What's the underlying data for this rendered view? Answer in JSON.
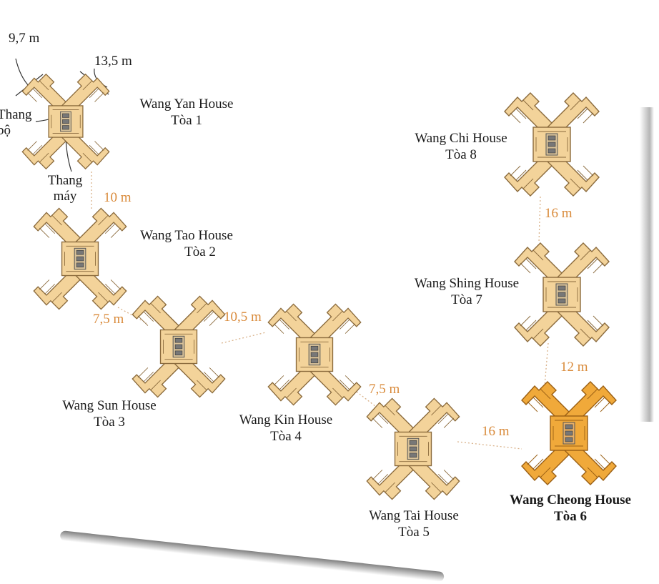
{
  "colors": {
    "tower_fill": "#f3d39a",
    "tower_stroke": "#8a6a3c",
    "highlight_fill": "#f0a93a",
    "highlight_stroke": "#9a5f14",
    "core": "#d8c29a",
    "distance_text": "#d98a3a",
    "connector": "#d9b28a"
  },
  "dimensions": {
    "width_a": "9,7 m",
    "width_b": "13,5 m",
    "stair": "Thang\nbộ",
    "elevator": "Thang\nmáy"
  },
  "towers": [
    {
      "name": "Wang Yan House",
      "label": "Tòa 1",
      "highlighted": false
    },
    {
      "name": "Wang Tao House",
      "label": "Tòa 2",
      "highlighted": false
    },
    {
      "name": "Wang Sun House",
      "label": "Tòa 3",
      "highlighted": false
    },
    {
      "name": "Wang Kin House",
      "label": "Tòa 4",
      "highlighted": false
    },
    {
      "name": "Wang Tai House",
      "label": "Tòa 5",
      "highlighted": false
    },
    {
      "name": "Wang Cheong House",
      "label": "Tòa 6",
      "highlighted": true
    },
    {
      "name": "Wang Shing House",
      "label": "Tòa 7",
      "highlighted": false
    },
    {
      "name": "Wang Chi House",
      "label": "Tòa 8",
      "highlighted": false
    }
  ],
  "distances": [
    {
      "between": "Tòa 1 – Tòa 2",
      "value": "10 m"
    },
    {
      "between": "Tòa 2 – Tòa 3",
      "value": "7,5 m"
    },
    {
      "between": "Tòa 3 – Tòa 4",
      "value": "10,5 m"
    },
    {
      "between": "Tòa 4 – Tòa 5",
      "value": "7,5 m"
    },
    {
      "between": "Tòa 5 – Tòa 6",
      "value": "16 m"
    },
    {
      "between": "Tòa 6 – Tòa 7",
      "value": "12 m"
    },
    {
      "between": "Tòa 7 – Tòa 8",
      "value": "16 m"
    }
  ]
}
